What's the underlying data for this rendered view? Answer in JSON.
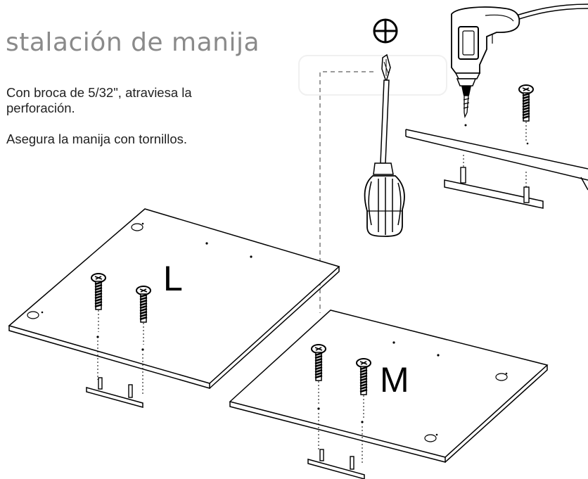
{
  "title": "stalación de manija",
  "instructions": [
    "Con broca de 5/32\", atraviesa la perforación.",
    "Asegura la manija con tornillos."
  ],
  "panels": {
    "left_label": "L",
    "right_label": "M"
  },
  "icons": {
    "phillips": "phillips-symbol-icon",
    "drill": "drill-icon",
    "screwdriver": "screwdriver-icon",
    "screw": "screw-icon",
    "handle": "bar-handle-icon"
  },
  "colors": {
    "line": "#000000",
    "title": "#8a8a8a",
    "dashed": "#9a9a9a"
  }
}
